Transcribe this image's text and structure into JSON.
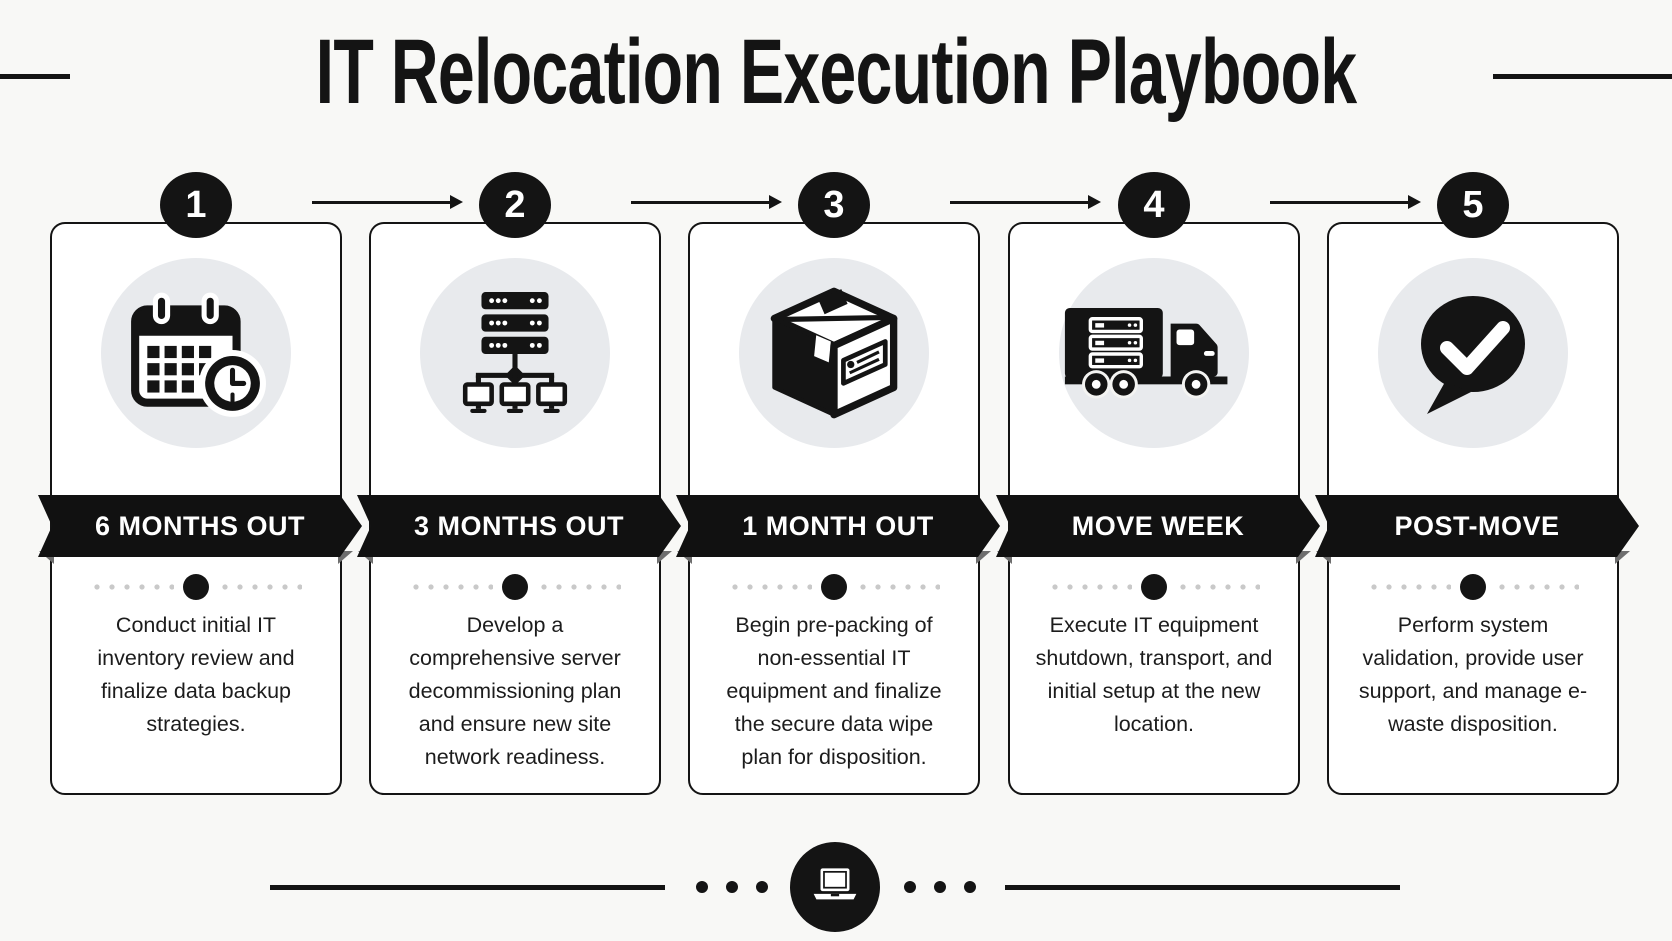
{
  "title": "IT Relocation Execution Playbook",
  "steps": [
    {
      "number": "1",
      "banner": "6 MONTHS OUT",
      "description": "Conduct initial IT inventory review and finalize data backup strategies.",
      "icon": "calendar-clock-icon"
    },
    {
      "number": "2",
      "banner": "3 MONTHS OUT",
      "description": "Develop a comprehensive server decommissioning plan and ensure new site network readiness.",
      "icon": "server-network-icon"
    },
    {
      "number": "3",
      "banner": "1 MONTH OUT",
      "description": "Begin pre-packing of non-essential IT equipment and finalize the secure data wipe plan for disposition.",
      "icon": "packing-box-icon"
    },
    {
      "number": "4",
      "banner": "MOVE WEEK",
      "description": "Execute IT equipment shutdown, transport, and initial setup at the new location.",
      "icon": "moving-truck-icon"
    },
    {
      "number": "5",
      "banner": "POST-MOVE",
      "description": "Perform system validation, provide user support, and manage e-waste disposition.",
      "icon": "check-bubble-icon"
    }
  ],
  "footer": {
    "icon": "laptop-icon"
  },
  "colors": {
    "background": "#f8f8f6",
    "card": "#ffffff",
    "ink": "#141414",
    "ribbon": "#111111",
    "icon_circle": "#e8eaed",
    "muted_dot": "#c9c9c9"
  }
}
